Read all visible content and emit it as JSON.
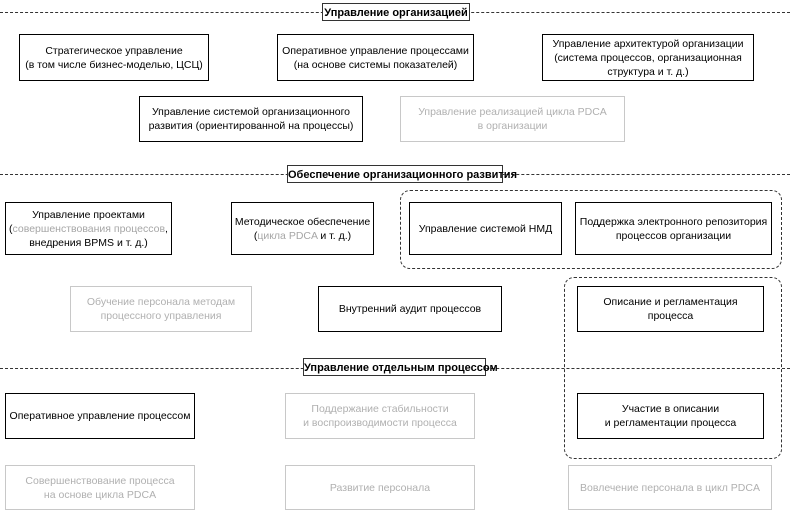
{
  "headers": {
    "org": "Управление организацией",
    "dev": "Обеспечение организационного развития",
    "proc": "Управление отдельным процессом"
  },
  "boxes": {
    "strategic": {
      "line1": "Стратегическое управление",
      "line2": "(в том числе бизнес-моделью, ЦСЦ)"
    },
    "operational": {
      "line1": "Оперативное управление процессами",
      "line2": "(на основе системы показателей)"
    },
    "architecture": {
      "line1": "Управление архитектурой организации",
      "line2": "(система процессов, организационная",
      "line3": "структура и т. д.)"
    },
    "org_dev_system": {
      "line1": "Управление системой организационного",
      "line2": "развития (ориентированной на процессы)"
    },
    "pdca_impl": {
      "line1": "Управление реализацией цикла PDCA",
      "line2": "в организации"
    },
    "projects": {
      "line1": "Управление проектами",
      "line2_hl": "совершенствования процессов",
      "line2_open": "(",
      "line2_close": ",",
      "line3": "внедрения BPMS и т. д.)"
    },
    "methodical": {
      "line1": "Методическое обеспечение",
      "line2_open": "(",
      "line2_hl": "цикла PDCA",
      "line2_close": " и т. д.)"
    },
    "nmd": {
      "line1": "Управление системой НМД"
    },
    "repository": {
      "line1": "Поддержка электронного репозитория",
      "line2": "процессов организации"
    },
    "training": {
      "line1": "Обучение персонала методам",
      "line2": "процессного управления"
    },
    "audit": {
      "line1": "Внутренний аудит процессов"
    },
    "description": {
      "line1": "Описание и регламентация",
      "line2": "процесса"
    },
    "op_process": {
      "line1": "Оперативное управление процессом"
    },
    "stability": {
      "line1": "Поддержание стабильности",
      "line2": "и воспроизводимости процесса"
    },
    "participation": {
      "line1": "Участие в описании",
      "line2": "и регламентации процесса"
    },
    "improvement": {
      "line1": "Совершенствование процесса",
      "line2": "на основе цикла PDCA"
    },
    "personnel_dev": {
      "line1": "Развитие персонала"
    },
    "involvement": {
      "line1": "Вовлечение персонала в цикл PDCA"
    }
  },
  "colors": {
    "faded_text": "#b0b0b0",
    "faded_border": "#c8c8c8",
    "highlight_text": "#a6a6a6"
  }
}
